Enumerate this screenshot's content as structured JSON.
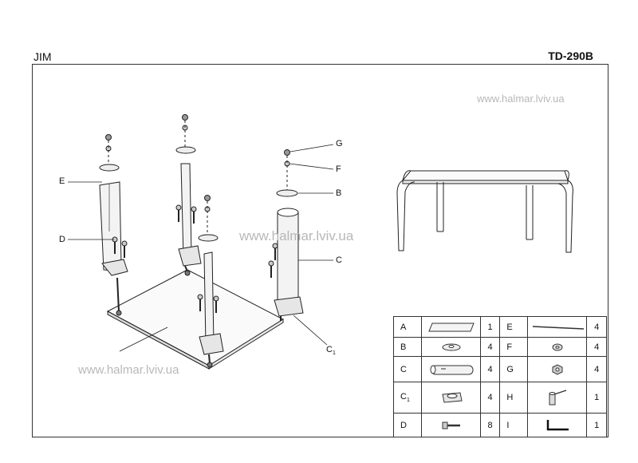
{
  "header": {
    "product_name": "JIM",
    "model_code": "TD-290B"
  },
  "watermarks": [
    "www.halmar.lviv.ua",
    "www.halmar.lviv.ua",
    "www.halmar.lviv.ua"
  ],
  "callouts": {
    "e": "E",
    "d": "D",
    "g": "G",
    "f": "F",
    "b": "B",
    "c": "C",
    "c1": "C",
    "c1_sub": "1"
  },
  "parts": [
    {
      "letter": "A",
      "sub": "",
      "qty": "1",
      "icon": "glass-top-icon"
    },
    {
      "letter": "E",
      "sub": "",
      "qty": "4",
      "icon": "rod-icon"
    },
    {
      "letter": "B",
      "sub": "",
      "qty": "4",
      "icon": "bracket-plate-icon"
    },
    {
      "letter": "F",
      "sub": "",
      "qty": "4",
      "icon": "washer-icon"
    },
    {
      "letter": "C",
      "sub": "",
      "qty": "4",
      "icon": "leg-tube-icon"
    },
    {
      "letter": "G",
      "sub": "",
      "qty": "4",
      "icon": "nut-icon"
    },
    {
      "letter": "C",
      "sub": "1",
      "qty": "4",
      "icon": "leg-foot-icon"
    },
    {
      "letter": "H",
      "sub": "",
      "qty": "1",
      "icon": "wrench-icon"
    },
    {
      "letter": "D",
      "sub": "",
      "qty": "8",
      "icon": "screw-icon"
    },
    {
      "letter": "I",
      "sub": "",
      "qty": "1",
      "icon": "allen-key-icon"
    }
  ]
}
